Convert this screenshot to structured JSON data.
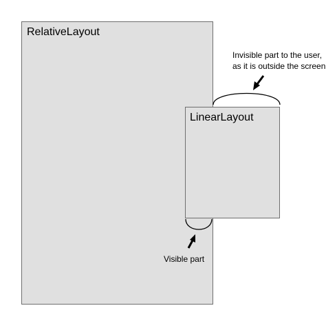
{
  "relative_layout": {
    "label": "RelativeLayout"
  },
  "linear_layout": {
    "label": "LinearLayout"
  },
  "annotations": {
    "invisible_line1": "Invisible part to the user,",
    "invisible_line2": "as it is outside the screen",
    "visible": "Visible part"
  }
}
